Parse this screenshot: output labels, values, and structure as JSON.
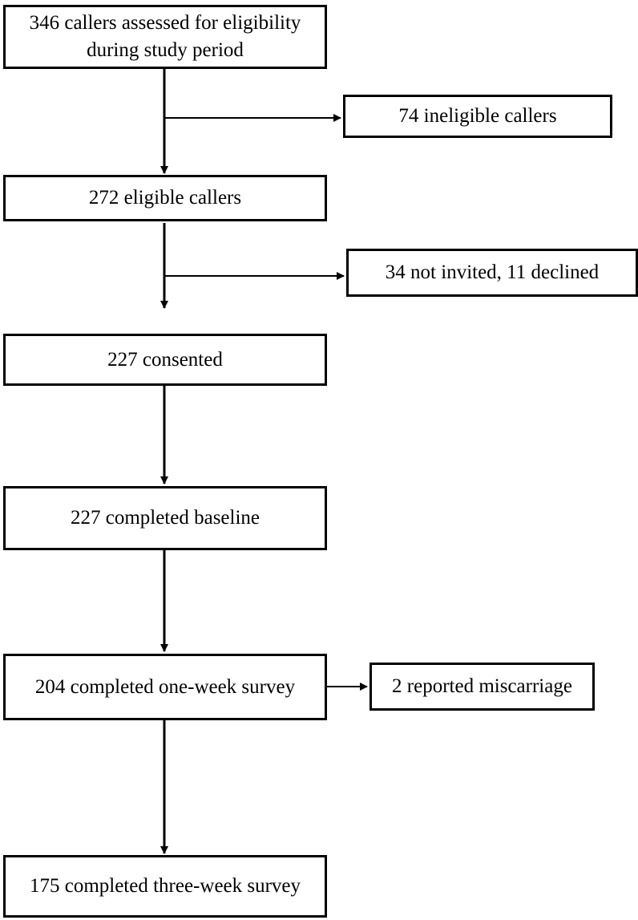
{
  "diagram": {
    "nodes": [
      {
        "id": "assessed",
        "label": "346 callers assessed for eligibility\nduring study period"
      },
      {
        "id": "ineligible",
        "label": "74 ineligible callers"
      },
      {
        "id": "eligible",
        "label": "272 eligible callers"
      },
      {
        "id": "not_invited",
        "label": "34 not invited, 11 declined"
      },
      {
        "id": "consented",
        "label": "227 consented"
      },
      {
        "id": "baseline",
        "label": "227 completed baseline"
      },
      {
        "id": "one_week",
        "label": "204 completed one-week survey"
      },
      {
        "id": "miscarriage",
        "label": "2 reported miscarriage"
      },
      {
        "id": "three_week",
        "label": "175 completed three-week survey"
      }
    ],
    "edges": [
      {
        "from": "assessed",
        "to": "eligible"
      },
      {
        "from": "assessed",
        "to": "ineligible"
      },
      {
        "from": "eligible",
        "to": "consented"
      },
      {
        "from": "eligible",
        "to": "not_invited"
      },
      {
        "from": "consented",
        "to": "baseline"
      },
      {
        "from": "baseline",
        "to": "one_week"
      },
      {
        "from": "one_week",
        "to": "miscarriage"
      },
      {
        "from": "one_week",
        "to": "three_week"
      }
    ],
    "colors": {
      "stroke": "#000000",
      "background": "#ffffff",
      "text": "#000000"
    }
  }
}
